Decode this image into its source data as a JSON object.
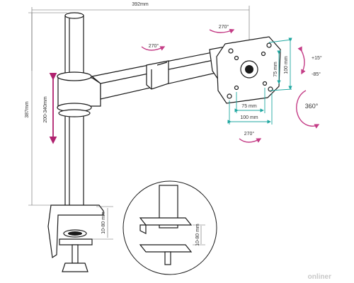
{
  "colors": {
    "ink": "#1a1a1a",
    "measurement_teal": "#1fa7a0",
    "adjust_magenta": "#b0226f",
    "rotation_pink": "#c43c86",
    "dim_line_gray": "#666666",
    "watermark_gray": "#c8c8c8"
  },
  "dimensions": {
    "arm_reach": "392mm",
    "total_height": "387mm",
    "height_adjust_range": "200-340mm",
    "desk_thickness_main": "10-80 mm",
    "desk_thickness_detail": "10-80 mm",
    "vesa_vertical_large": "100 mm",
    "vesa_vertical_small": "75 mm",
    "vesa_horizontal_small": "75 mm",
    "vesa_horizontal_large": "100 mm"
  },
  "rotations": {
    "arm_rotation": "270°",
    "elbow_rotation": "270°",
    "head_swivel": "270°",
    "tilt_up": "+15°",
    "tilt_down": "-85°",
    "screen_rotation": "360°"
  },
  "watermark": "onliner"
}
